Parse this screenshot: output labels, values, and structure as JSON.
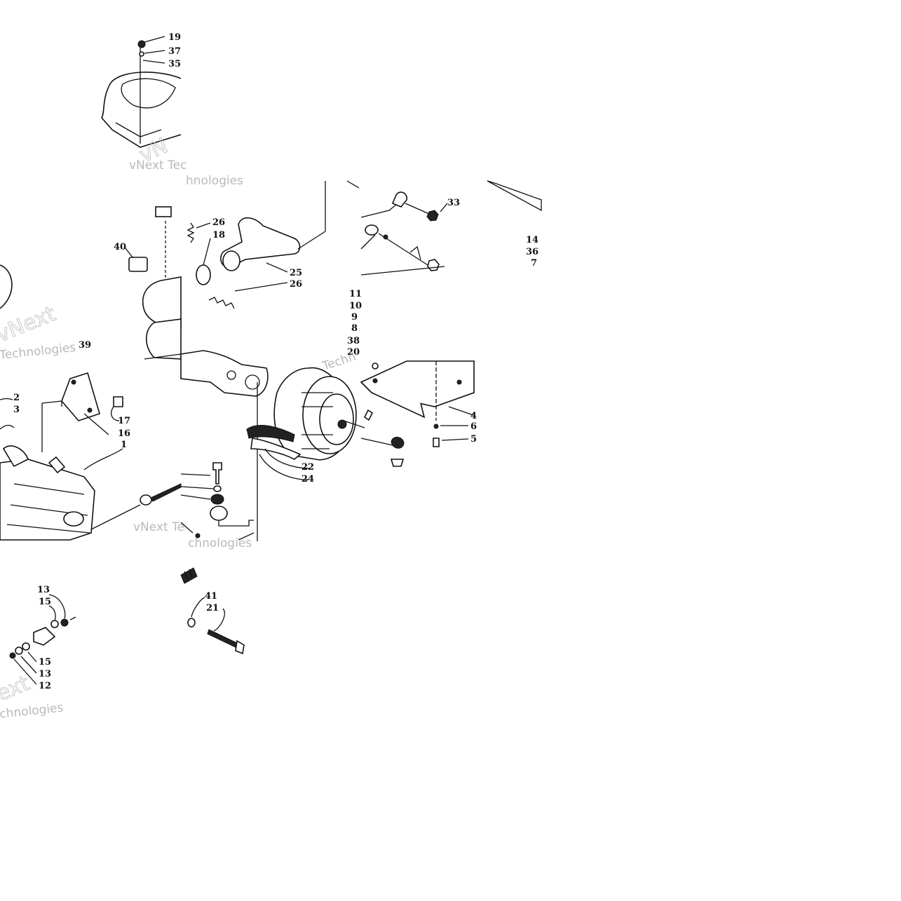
{
  "diagram": {
    "labels": {
      "l19": "19",
      "l37": "37",
      "l35": "35",
      "l26a": "26",
      "l18": "18",
      "l40": "40",
      "l25": "25",
      "l26b": "26",
      "l33": "33",
      "l14": "14",
      "l36": "36",
      "l7": "7",
      "l11": "11",
      "l10": "10",
      "l9": "9",
      "l8": "8",
      "l38": "38",
      "l20": "20",
      "l39": "39",
      "l2": "2",
      "l3": "3",
      "l17": "17",
      "l16": "16",
      "l1": "1",
      "l4": "4",
      "l6": "6",
      "l5": "5",
      "l22": "22",
      "l24": "24",
      "l13a": "13",
      "l15a": "15",
      "l15b": "15",
      "l13b": "13",
      "l12": "12",
      "l41": "41",
      "l21": "21"
    },
    "watermarks": {
      "w1a": "vNext Tec",
      "w1b": "hnologies",
      "w2a": "vNext",
      "w2b": "Technologies",
      "w3a": "vNext Te",
      "w3b": "chnologies",
      "w4a": "Techn",
      "w5a": "ext",
      "w5b": "chnologies",
      "w6a": "vN"
    }
  }
}
